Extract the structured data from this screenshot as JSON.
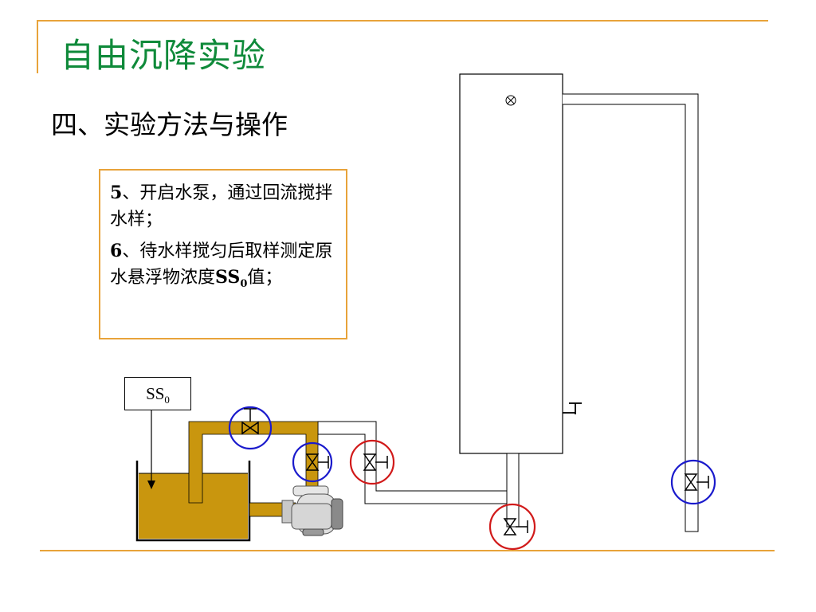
{
  "title": "自由沉降实验",
  "section": "四、实验方法与操作",
  "steps": [
    {
      "num": "5",
      "text": "、开启水泵，通过回流搅拌水样；"
    },
    {
      "num": "6",
      "text_before": "、待水样搅匀后取样测定原水悬浮物浓度",
      "quantity": "SS",
      "subscript": "0",
      "text_after": "值；"
    }
  ],
  "diagram_label": {
    "text": "SS",
    "subscript": "0"
  },
  "colors": {
    "title": "#0f8a3a",
    "accent_line": "#e8a33a",
    "water": "#c9960e",
    "valve_blue": "#1a1acc",
    "valve_red": "#d11a1a"
  }
}
